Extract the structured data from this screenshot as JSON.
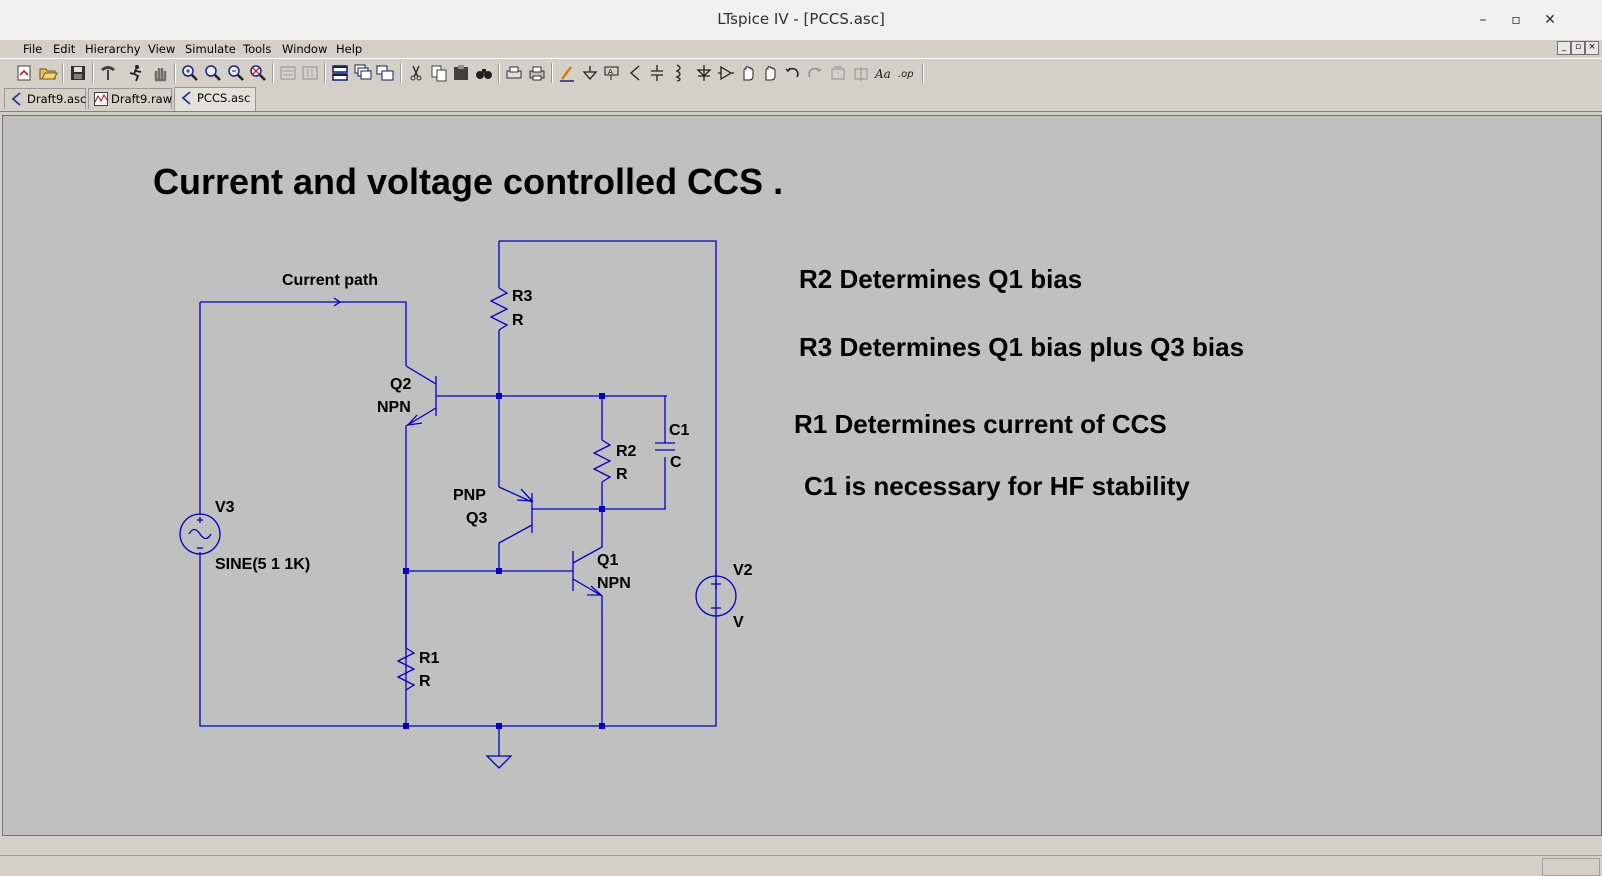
{
  "window": {
    "title": "LTspice IV - [PCCS.asc]",
    "minimize": "–",
    "maximize": "▫",
    "close": "✕"
  },
  "menu": [
    {
      "id": "file",
      "label": "File"
    },
    {
      "id": "edit",
      "label": "Edit"
    },
    {
      "id": "hierarchy",
      "label": "Hierarchy"
    },
    {
      "id": "view",
      "label": "View"
    },
    {
      "id": "simulate",
      "label": "Simulate"
    },
    {
      "id": "tools",
      "label": "Tools"
    },
    {
      "id": "window",
      "label": "Window"
    },
    {
      "id": "help",
      "label": "Help"
    }
  ],
  "toolbar_icons": [
    "new-schematic-icon",
    "open-icon",
    "save-icon",
    "control-panel-icon",
    "run-icon",
    "halt-icon",
    "zoom-in-icon",
    "pan-icon",
    "zoom-out-icon",
    "zoom-fit-icon",
    "autorange-x-icon",
    "autorange-y-icon",
    "tile-horizontal-icon",
    "cascade-icon",
    "tile-vertical-icon",
    "cut-icon",
    "copy-icon",
    "paste-icon",
    "find-icon",
    "print-preview-icon",
    "print-icon",
    "draw-wire-icon",
    "ground-icon",
    "label-net-icon",
    "resistor-icon",
    "capacitor-icon",
    "inductor-icon",
    "diode-icon",
    "component-icon",
    "move-icon",
    "drag-icon",
    "undo-icon",
    "redo-icon",
    "rotate-icon",
    "mirror-icon",
    "text-icon",
    "spice-directive-icon"
  ],
  "tabs": [
    {
      "label": "Draft9.asc",
      "icon": "schematic-icon"
    },
    {
      "label": "Draft9.raw",
      "icon": "waveform-icon"
    },
    {
      "label": "PCCS.asc",
      "icon": "schematic-icon",
      "active": true
    }
  ],
  "schematic": {
    "heading": "Current and voltage controlled CCS .",
    "notes": [
      "R2 Determines Q1 bias",
      "R3 Determines Q1 bias plus Q3 bias",
      "R1 Determines current of CCS",
      "C1 is necessary for HF stability"
    ],
    "current_path_label": "Current path",
    "components": {
      "q2_name": "Q2",
      "q2_type": "NPN",
      "q3_type": "PNP",
      "q3_name": "Q3",
      "q1_name": "Q1",
      "q1_type": "NPN",
      "r3_name": "R3",
      "r3_value": "R",
      "r2_name": "R2",
      "r2_value": "R",
      "r1_name": "R1",
      "r1_value": "R",
      "c1_name": "C1",
      "c1_value": "C",
      "v3_name": "V3",
      "v3_value": "SINE(5 1 1K)",
      "v2_name": "V2",
      "v2_value": "V"
    },
    "wire_color": "#0000c8",
    "canvas_color": "#c0c0c0"
  }
}
